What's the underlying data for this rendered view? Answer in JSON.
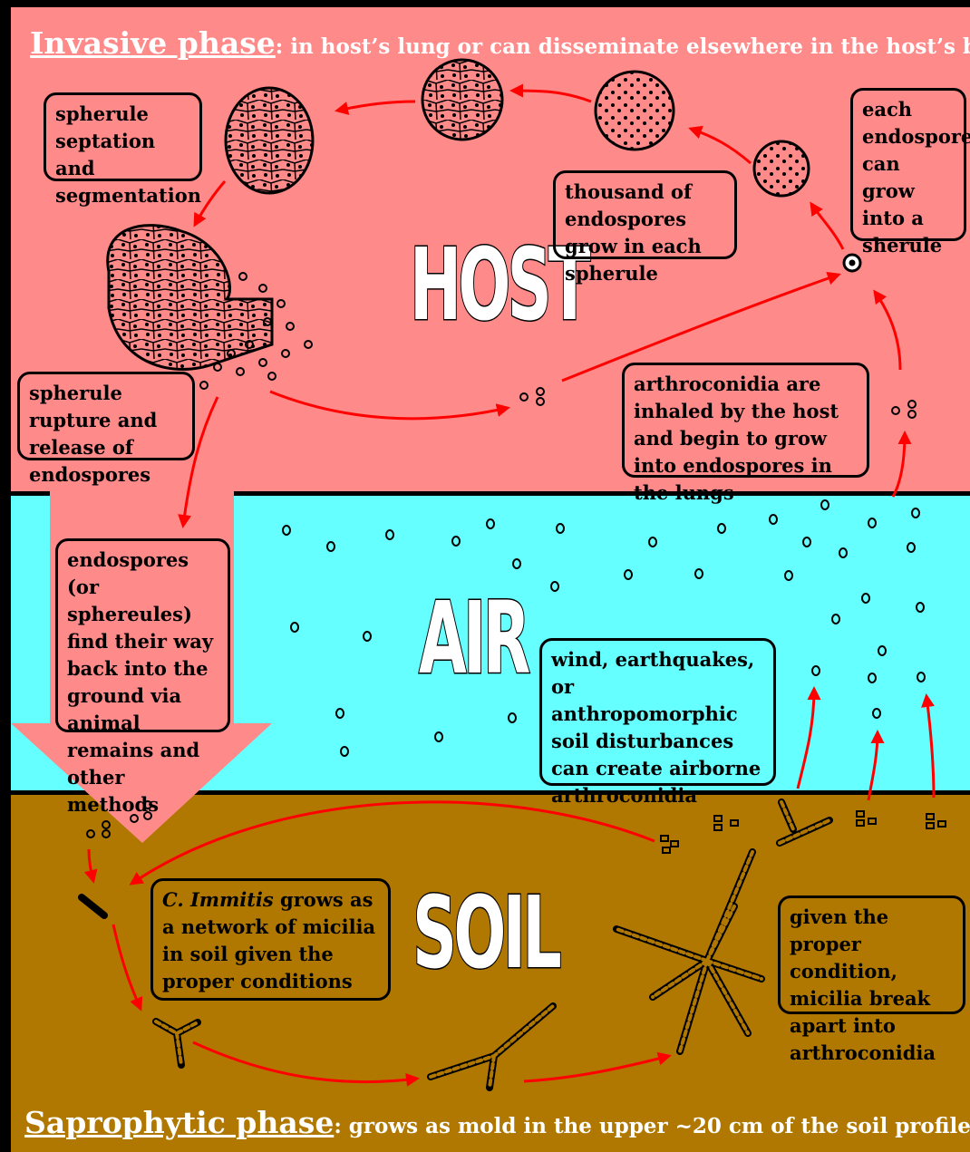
{
  "regions": {
    "host": "HOST",
    "air": "AIR",
    "soil": "SOIL"
  },
  "invasive": {
    "title": "Invasive phase",
    "rest": ": in host’s lung or can disseminate elsewhere in the host’s body"
  },
  "saprophytic": {
    "title": "Saprophytic phase",
    "rest": ": grows as mold in the upper ~20 cm of the soil profile"
  },
  "labels": {
    "septation": "spherule septation and segmentation",
    "thousand": "thousand of endospores grow in each spherule",
    "each": "each endospore can grow into a sherule",
    "rupture": "spherule rupture and release of endospores",
    "inhaled": "arthroconidia are inhaled by the host and begin to grow into endospores in the lungs",
    "endospores_ground": "endospores (or sphereules) find their way back into the ground via animal remains and other methods",
    "wind": "wind, earthquakes, or anthropomorphic soil disturbances can create airborne arthroconidia",
    "immitis_italic": "C. Immitis",
    "immitis_rest": " grows as a network of micilia in soil given the proper conditions",
    "break": "given the proper condition, micilia break apart into arthroconidia"
  },
  "colors": {
    "host": "#ff8a8a",
    "air": "#66ffff",
    "soil": "#b07800",
    "arrow": "#ff0000",
    "big_arrow": "#ff8a8a"
  }
}
